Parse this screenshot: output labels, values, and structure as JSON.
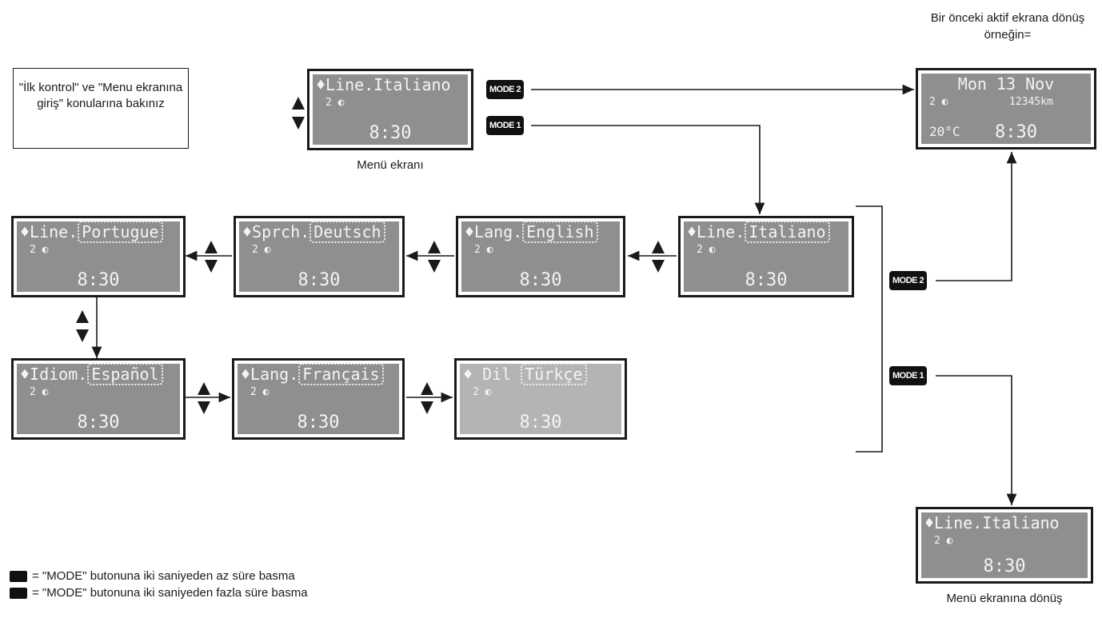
{
  "note": "\"İlk kontrol\" ve \"Menu ekranına giriş\" konularına bakınız",
  "menu_caption": "Menü ekranı",
  "top_right_caption": "Bir önceki aktif ekrana dönüş örneğin=",
  "bottom_right_caption": "Menü ekranına dönüş",
  "mode1": "MODE 1",
  "mode2": "MODE 2",
  "legend": {
    "mode1_text": "= \"MODE\" butonuna iki saniyeden az süre basma",
    "mode2_text": "= \"MODE\" butonuna iki saniyeden fazla süre basma"
  },
  "screens": {
    "menu": {
      "l1": "♦Line.Italiano",
      "l2": "2 ◐",
      "l3": "8:30"
    },
    "prev": {
      "l1": "Mon 13 Nov",
      "l2a": "2 ◐",
      "l2b": "12345km",
      "l3a": "20°C",
      "l3b": "8:30"
    },
    "italiano": {
      "prefix": "♦Line.",
      "sel": "Italiano",
      "l2": "2 ◐",
      "l3": "8:30"
    },
    "english": {
      "prefix": "♦Lang.",
      "sel": "English",
      "l2": "2 ◐",
      "l3": "8:30"
    },
    "deutsch": {
      "prefix": "♦Sprch.",
      "sel": "Deutsch",
      "l2": "2 ◐",
      "l3": "8:30"
    },
    "portugue": {
      "prefix": "♦Line.",
      "sel": "Portugue",
      "l2": "2 ◐",
      "l3": "8:30"
    },
    "espanol": {
      "prefix": "♦Idiom.",
      "sel": "Español",
      "l2": "2 ◐",
      "l3": "8:30"
    },
    "francais": {
      "prefix": "♦Lang.",
      "sel": "Français",
      "l2": "2 ◐",
      "l3": "8:30"
    },
    "turkce": {
      "prefix": "♦ Dil ",
      "sel": "Türkçe",
      "l2": "2 ◐",
      "l3": "8:30"
    },
    "return_menu": {
      "l1": "♦Line.Italiano",
      "l2": "2 ◐",
      "l3": "8:30"
    }
  }
}
